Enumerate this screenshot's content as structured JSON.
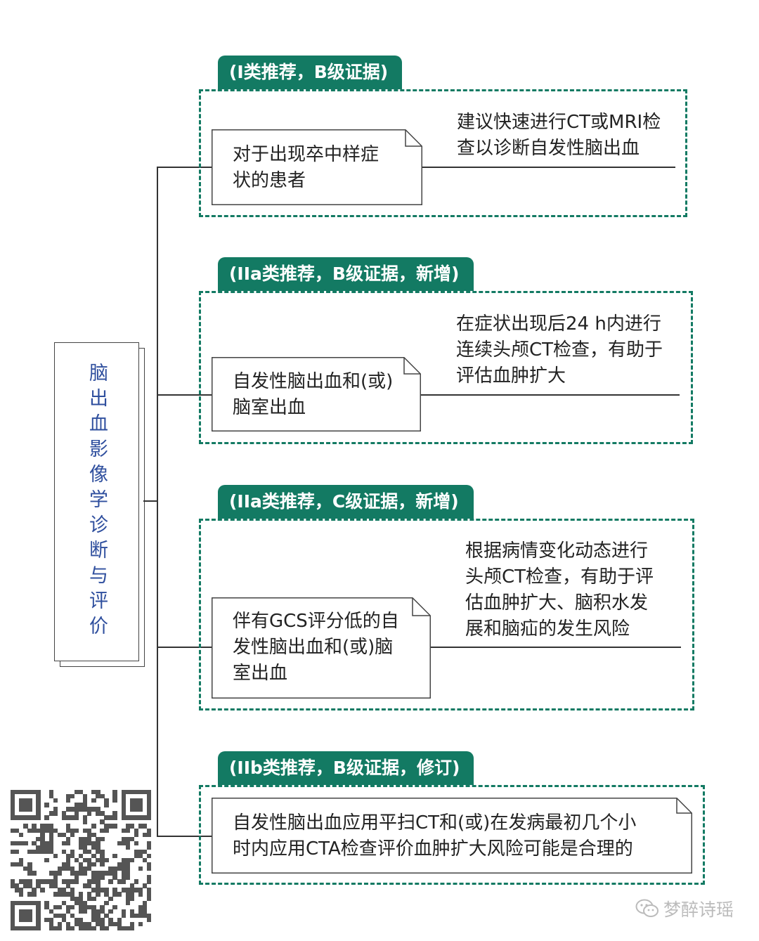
{
  "root": {
    "title": "脑出血影像学诊断与评价"
  },
  "branches": [
    {
      "tag": "(I类推荐，B级证据)",
      "condition": [
        "对于出现卒中样症",
        "状的患者"
      ],
      "recommendation": [
        "建议快速进行CT或MRI检",
        "查以诊断自发性脑出血"
      ]
    },
    {
      "tag": "(IIa类推荐，B级证据，新增)",
      "condition": [
        "自发性脑出血和(或)",
        "脑室出血"
      ],
      "recommendation": [
        "在症状出现后24 h内进行",
        "连续头颅CT检查，有助于",
        "评估血肿扩大"
      ]
    },
    {
      "tag": "(IIa类推荐，C级证据，新增)",
      "condition": [
        "伴有GCS评分低的自",
        "发性脑出血和(或)脑",
        "室出血"
      ],
      "recommendation": [
        "根据病情变化动态进行",
        "头颅CT检查，有助于评",
        "估血肿扩大、脑积水发",
        "展和脑疝的发生风险"
      ]
    },
    {
      "tag": "(IIb类推荐，B级证据，修订)",
      "combined": [
        "自发性脑出血应用平扫CT和(或)在发病最初几个小",
        "时内应用CTA检查评价血肿扩大风险可能是合理的"
      ]
    }
  ],
  "watermark": {
    "text": "梦醉诗瑶",
    "icon": "wechat-icon"
  },
  "qr_code": {
    "icon": "qr-code"
  },
  "colors": {
    "accent": "#137a63",
    "root_text": "#2f4f9e",
    "line": "#333333"
  }
}
